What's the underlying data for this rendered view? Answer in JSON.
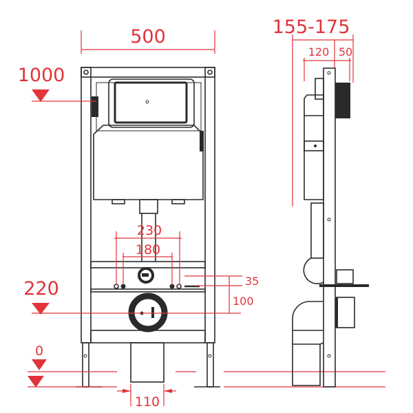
{
  "title": "Installation frame dimensions",
  "colors": {
    "dimension": "#e0343a",
    "drawing": "#2a2a2a"
  },
  "front_view": {
    "width_label": "500",
    "height_1000_label": "1000",
    "height_220_label": "220",
    "floor_label": "0",
    "spacing_230_label": "230",
    "spacing_180_label": "180",
    "offset_35_label": "35",
    "offset_100_label": "100",
    "pipe_110_label": "110"
  },
  "side_view": {
    "depth_label": "155-175",
    "depth_120_label": "120",
    "depth_50_label": "50"
  }
}
